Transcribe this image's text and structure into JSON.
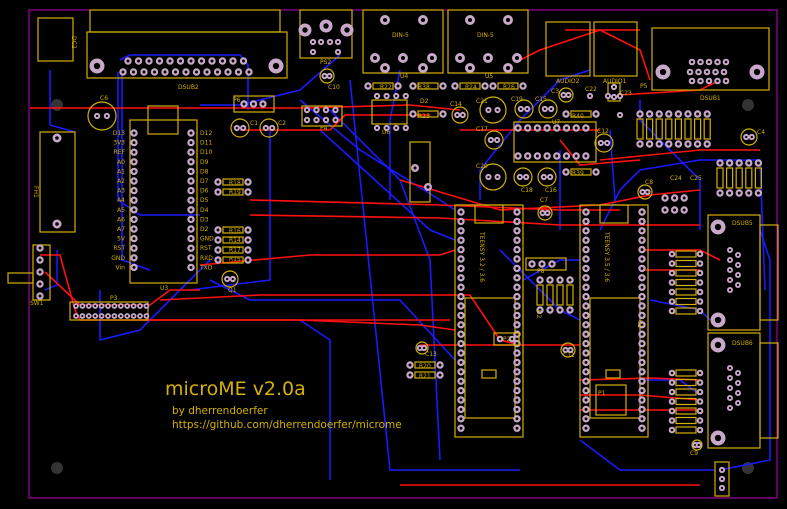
{
  "board": {
    "title": "microME v2.0a",
    "author": "by dherrendoerfer",
    "url": "https://github.com/dherrendoerfer/microme",
    "colors": {
      "top_copper": "#ff1010",
      "bottom_copper": "#1a1aff",
      "silkscreen": "#d4b000",
      "outline": "#c000c0",
      "pads": "#c8a8c8"
    }
  },
  "components": {
    "dsub2": "DSUB2",
    "ps2": "PS2",
    "u4": "U4",
    "u5": "U5",
    "din1": "DIN-5",
    "din2": "DIN-5",
    "audio2": "AUDIO2",
    "audio1": "AUDIO1",
    "dsub1": "DSUB1",
    "p5": "P5",
    "u3": "U3",
    "fh1": "FH1",
    "sw1": "SW1",
    "p3": "P3",
    "dc2": "DC2",
    "c6": "C6",
    "c1": "C1",
    "c2": "C2",
    "c10": "C10",
    "p4": "P4",
    "p6": "P6",
    "u6": "U6",
    "u7": "U7",
    "c14": "C14",
    "c21": "C21",
    "c19": "C19",
    "c15": "C15",
    "c3": "C3",
    "c22": "C22",
    "c23": "C23",
    "c17": "C17",
    "c12": "C12",
    "c20": "C20",
    "c18": "C18",
    "c16": "C16",
    "c4": "C4",
    "c24": "C24",
    "c25": "C25",
    "c8": "C8",
    "c7": "C7",
    "c11": "C11",
    "c13": "C13",
    "c9": "C9",
    "q1": "Q1",
    "d2": "D2",
    "p2": "P2",
    "p1": "P1",
    "p8": "P8",
    "u1": "U1",
    "u2": "U2",
    "dsub5": "DSUB5",
    "dsub6": "DSUB6",
    "teensy32": "TEENSY 3.2 / 3.6",
    "teensy35": "TEENSY 3.5 / 3.6",
    "r22": "R22",
    "r38": "R38",
    "r24": "R24",
    "r26": "R26",
    "r23": "R23",
    "r40": "R40",
    "r39": "R39",
    "r18": "R18",
    "r19": "R19",
    "r16": "R16",
    "r14": "R14",
    "r17": "R17",
    "r15": "R15",
    "r20": "R20",
    "r21": "R21"
  },
  "u3_pins_left": [
    "D13",
    "3V3",
    "REF",
    "A0",
    "A1",
    "A2",
    "A3",
    "A4",
    "A5",
    "A6",
    "A7",
    "5V",
    "RST",
    "GND",
    "Vin"
  ],
  "u3_pins_right": [
    "D12",
    "D11",
    "D10",
    "D9",
    "D8",
    "D7",
    "D6",
    "D5",
    "D4",
    "D3",
    "D2",
    "GND",
    "RST",
    "RXD",
    "TXD"
  ]
}
